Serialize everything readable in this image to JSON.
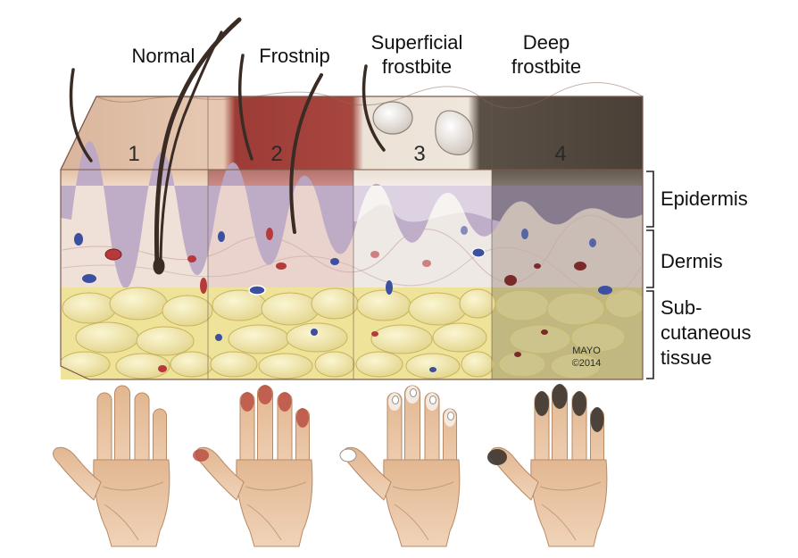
{
  "stages": [
    {
      "title_lines": [
        "Normal"
      ],
      "number": "1"
    },
    {
      "title_lines": [
        "Frostnip"
      ],
      "number": "2"
    },
    {
      "title_lines": [
        "Superficial",
        "frostbite"
      ],
      "number": "3"
    },
    {
      "title_lines": [
        "Deep",
        "frostbite"
      ],
      "number": "4"
    }
  ],
  "layers": {
    "epidermis": [
      "Epidermis"
    ],
    "dermis": [
      "Dermis"
    ],
    "subcutaneous": [
      "Sub-",
      "cutaneous",
      "tissue"
    ]
  },
  "credit": [
    "MAYO",
    "©2014"
  ],
  "colors": {
    "normal_surface": "#e9cdb6",
    "frostnip_surface": "#9b3b36",
    "superficial_surface": "#efe6dc",
    "deep_surface": "#5d5348",
    "epidermis": "#b9a5bf",
    "dermis": "#e8d2d0",
    "fat": "#eee4a0",
    "hand_skin": "#e7c19e"
  }
}
